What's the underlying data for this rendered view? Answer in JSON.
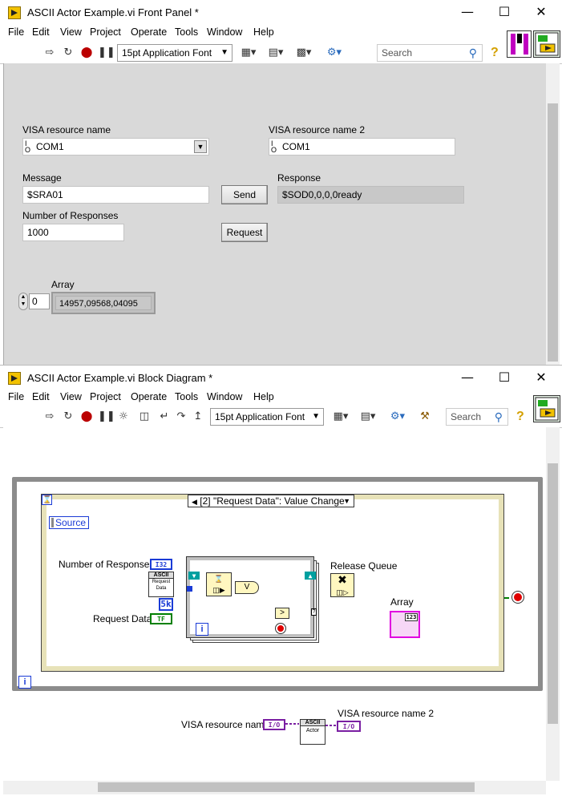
{
  "front_panel": {
    "title": "ASCII Actor Example.vi Front Panel *",
    "menu": [
      "File",
      "Edit",
      "View",
      "Project",
      "Operate",
      "Tools",
      "Window",
      "Help"
    ],
    "font": "15pt Application Font",
    "search_placeholder": "Search",
    "help_icon": "?",
    "visa_label": "VISA resource name",
    "visa_value": "COM1",
    "visa2_label": "VISA resource name 2",
    "visa2_value": "COM1",
    "message_label": "Message",
    "message_value": "$SRA01",
    "send_label": "Send",
    "response_label": "Response",
    "response_value": "$SOD0,0,0,0ready",
    "numresp_label": "Number of Responses",
    "numresp_value": "1000",
    "request_label": "Request",
    "array_label": "Array",
    "array_index": "0",
    "array_value": "14957,09568,04095"
  },
  "block_diagram": {
    "title": "ASCII Actor Example.vi Block Diagram *",
    "menu": [
      "File",
      "Edit",
      "View",
      "Project",
      "Operate",
      "Tools",
      "Window",
      "Help"
    ],
    "font": "15pt Application Font",
    "search_placeholder": "Search",
    "help_icon": "?",
    "event_case": "[2] \"Request Data\": Value Change",
    "source_label": "Source",
    "num_responses_label": "Number of Responses",
    "request_data_label": "Request Data",
    "release_queue_label": "Release Queue",
    "array_label": "Array",
    "visa_label": "VISA resource name",
    "visa2_label": "VISA resource name 2",
    "i32_term": "I32",
    "n_term": "N",
    "tf_term": "TF",
    "timeout_const": "5k",
    "ascii_label": "ASCII",
    "request_node_text": "Request Data",
    "actor_node_text": "Actor",
    "array_term": "123",
    "io_term": "I/O",
    "iteration": "i"
  },
  "colors": {
    "panel_bg": "#d9d9d9",
    "indicator_bg": "#c8c8c8",
    "int_wire": "#1a3bd6",
    "bool_wire": "#008000",
    "cluster_wire": "#e000e0",
    "visa_wire": "#7a1fa2",
    "loop_border": "#8c8c8c"
  }
}
